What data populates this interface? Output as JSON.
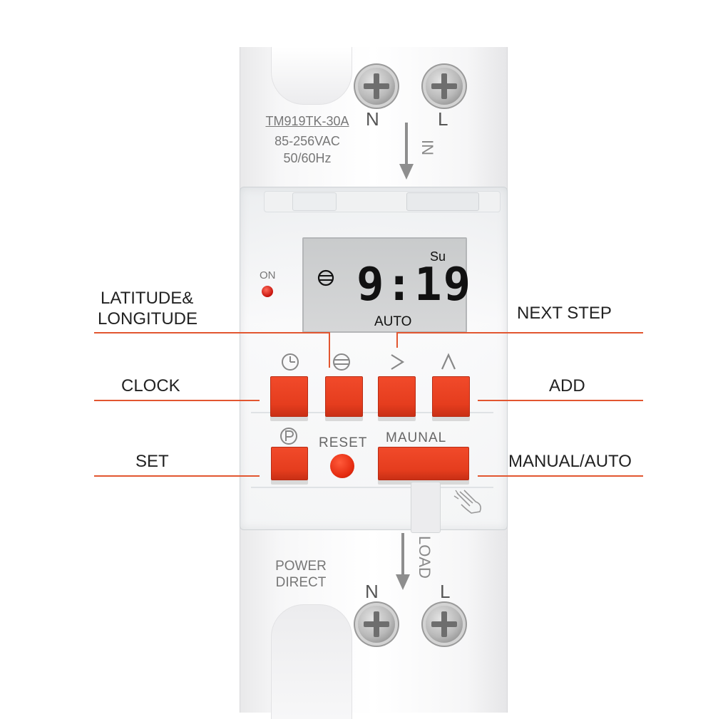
{
  "device": {
    "model": "TM919TK-30A",
    "voltage": "85-256VAC",
    "frequency": "50/60Hz",
    "top_terminals": [
      "N",
      "L"
    ],
    "in_label": "IN",
    "load_label": "LOAD",
    "bottom_terminals": [
      "N",
      "L"
    ],
    "power_direct_line1": "POWER",
    "power_direct_line2": "DIRECT",
    "on_label": "ON",
    "reset_label": "RESET",
    "maunal_label": "MAUNAL"
  },
  "lcd": {
    "time": "9:19",
    "day": "Su",
    "mode": "AUTO"
  },
  "callouts": {
    "latitude_line1": "LATITUDE&",
    "latitude_line2": "LONGITUDE",
    "next_step": "NEXT STEP",
    "clock": "CLOCK",
    "add": "ADD",
    "set": "SET",
    "manual_auto": "MANUAL/AUTO"
  },
  "colors": {
    "button_orange": "#e53d1e",
    "callout_line": "#e25630",
    "led_red": "#c5130c"
  },
  "icons": {
    "clock_key": "clock-icon",
    "globe_key": "globe-icon",
    "next_key": "chevron-right-icon",
    "add_key": "chevron-up-icon",
    "set_key": "p-circle-icon",
    "lcd_globe": "globe-icon",
    "hand": "hand-pointer-icon"
  }
}
